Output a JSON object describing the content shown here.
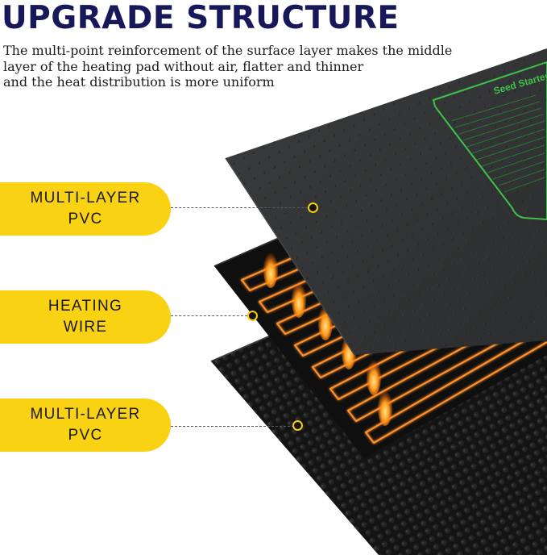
{
  "title": "UPGRADE STRUCTURE",
  "description": {
    "line1": "The multi-point reinforcement of the surface layer makes the middle",
    "line2": "layer of the heating pad without air, flatter and thinner",
    "line3": "and the heat distribution is more uniform"
  },
  "layers": [
    {
      "line1": "MULTI-LAYER",
      "line2": "PVC"
    },
    {
      "line1": "HEATING",
      "line2": "WIRE"
    },
    {
      "line1": "MULTI-LAYER",
      "line2": "PVC"
    }
  ],
  "pad_print": {
    "heading": "Seed Starter"
  },
  "colors": {
    "title": "#16185a",
    "label_background": "#fad214",
    "marker_ring": "#f6cf12",
    "wire_glow": "#ff8a1e",
    "print_green": "#3ec24a",
    "pad_top": "#333536",
    "pad_bottom": "#111111"
  }
}
